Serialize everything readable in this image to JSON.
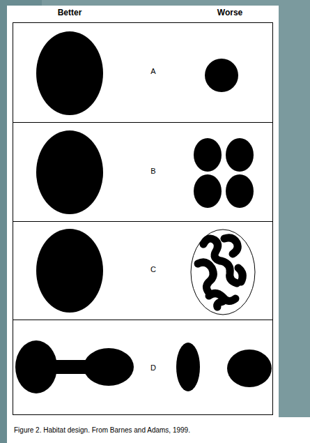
{
  "diagram": {
    "caption": "Figure 2. Habitat design. From Barnes and Adams, 1999.",
    "labels": [
      "Better",
      "Worse",
      "A",
      "B",
      "C",
      "D"
    ]
  }
}
